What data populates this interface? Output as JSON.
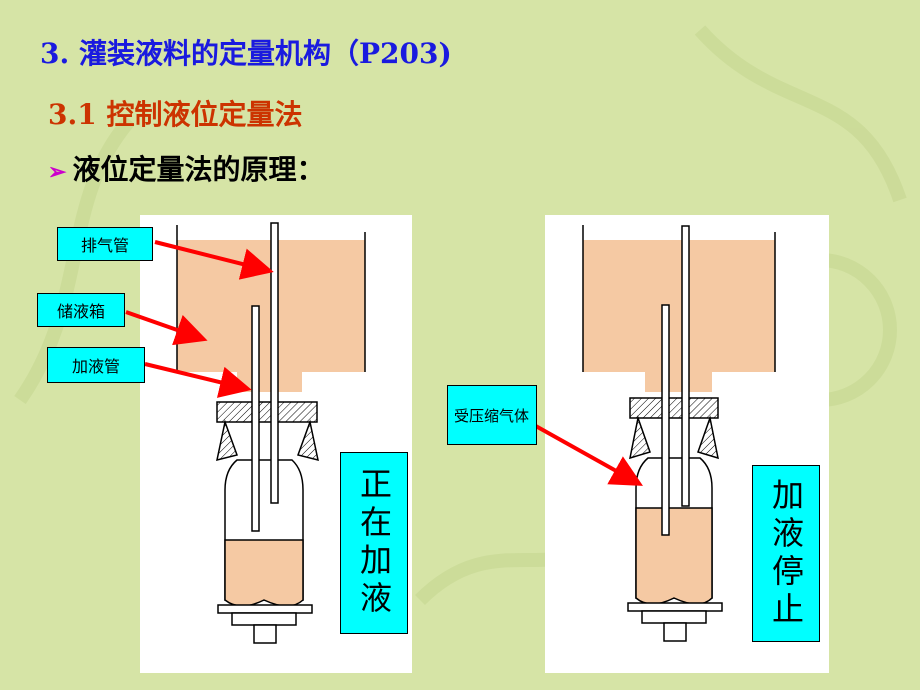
{
  "title": "3. 灌装液料的定量机构（P203)",
  "subtitle": "3.1 控制液位定量法",
  "bullet": {
    "icon": "arrow-bullet-icon",
    "text": "液位定量法的原理："
  },
  "left_diagram": {
    "labels": {
      "vent": "排气管",
      "tank": "储液箱",
      "fill": "加液管"
    },
    "status": "正在加液"
  },
  "right_diagram": {
    "labels": {
      "gas": "受压缩气体"
    },
    "status": "加液停止"
  },
  "colors": {
    "title": "#1a1adf",
    "subtitle": "#cc3300",
    "liquid": "#f5c9a3",
    "label_bg": "#00ffff",
    "arrow": "#ff0000"
  }
}
